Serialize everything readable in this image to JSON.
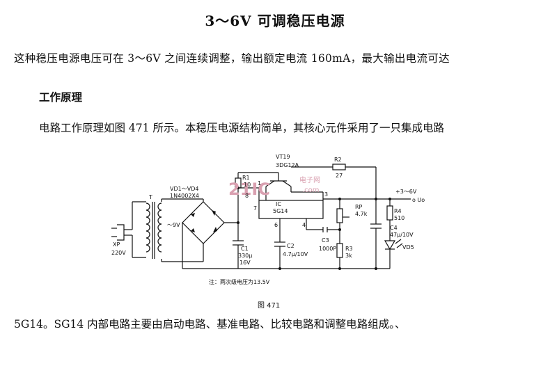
{
  "document": {
    "title": "3～6V 可调稳压电源",
    "paragraph1": "这种稳压电源电压可在 3～6V 之间连续调整，输出额定电流 160mA，最大输出电流可达",
    "section_heading": "工作原理",
    "paragraph2": "电路工作原理如图 471 所示。本稳压电源结构简单，其核心元件采用了一只集成电路",
    "paragraph3": "5G14。SG14 内部电路主要由启动电路、基准电路、比较电路和调整电路组成。、",
    "figure_caption": "图 471"
  },
  "circuit": {
    "vt": "VT19",
    "vt_model": "3DG12A",
    "r2": "R2",
    "r2_val": "27",
    "r1": "R1",
    "r1_val": "10",
    "vd": "VD1～VD4",
    "vd_model": "1N4002X4",
    "ic": "IC",
    "ic_model": "5G14",
    "pin1": "1",
    "pin3": "3",
    "pin4": "4",
    "pin6": "6",
    "pin7": "7",
    "pin8": "8",
    "out_label": "+3～6V",
    "out_sym": "o Uo",
    "rp": "RP",
    "rp_val": "4.7k",
    "r4": "R4",
    "r4_val": "510",
    "c4": "C4",
    "c4_val": "47μ/10V",
    "vd5": "VD5",
    "t": "T",
    "sec_v": "～9V",
    "xp": "XP",
    "mains": "220V",
    "c1": "C1",
    "c1_val": "330μ",
    "c1_volt": "16V",
    "c2": "C2",
    "c2_val": "4.7μ/10V",
    "c3": "C3",
    "c3_val": "1000P",
    "r3": "R3",
    "r3_val": "3k",
    "note": "注：两次级电压为13.5V",
    "watermark": "21IC",
    "watermark_cn": "电子网",
    "watermark_url": ".com"
  }
}
